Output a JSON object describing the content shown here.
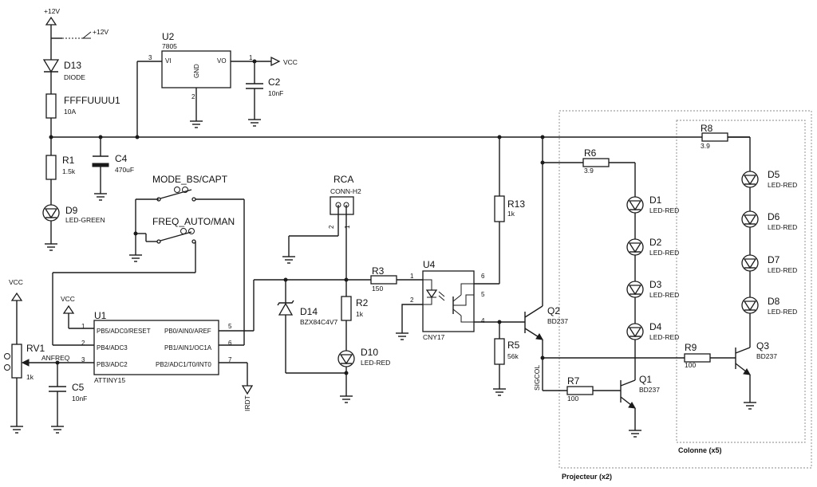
{
  "supplies": {
    "plus12_top": "+12V",
    "plus12_probe": "+12V",
    "vcc_out": "VCC",
    "vcc_u1": "VCC",
    "vcc_rv1": "VCC"
  },
  "components": {
    "D13": {
      "ref": "D13",
      "value": "DIODE"
    },
    "F1": {
      "ref": "FFFFUUUU1",
      "value": "10A"
    },
    "R1": {
      "ref": "R1",
      "value": "1.5k"
    },
    "D9": {
      "ref": "D9",
      "value": "LED-GREEN"
    },
    "C4": {
      "ref": "C4",
      "value": "470uF"
    },
    "U2": {
      "ref": "U2",
      "value": "7805",
      "pin_vi": "VI",
      "pin_vo": "VO",
      "pin_gnd": "GND",
      "pin_in": "3",
      "pin_out": "1",
      "pin_g": "2"
    },
    "C2": {
      "ref": "C2",
      "value": "10nF"
    },
    "SW1": {
      "ref": "MODE_BS/CAPT"
    },
    "SW2": {
      "ref": "FREQ_AUTO/MAN"
    },
    "RCA": {
      "ref": "RCA",
      "value": "CONN-H2",
      "pin1": "1",
      "pin2": "2"
    },
    "R13": {
      "ref": "R13",
      "value": "1k"
    },
    "U4": {
      "ref": "U4",
      "value": "CNY17",
      "p1": "1",
      "p2": "2",
      "p4": "4",
      "p5": "5",
      "p6": "6"
    },
    "R3": {
      "ref": "R3",
      "value": "150"
    },
    "D14": {
      "ref": "D14",
      "value": "BZX84C4V7"
    },
    "R2": {
      "ref": "R2",
      "value": "1k"
    },
    "D10": {
      "ref": "D10",
      "value": "LED-RED"
    },
    "U1": {
      "ref": "U1",
      "value": "ATTINY15",
      "pins_left": [
        "PB5/ADC0/RESET",
        "PB4/ADC3",
        "PB3/ADC2"
      ],
      "pins_right": [
        "PB0/AIN0/AREF",
        "PB1/AIN1/OC1A",
        "PB2/ADC1/T0/INT0"
      ],
      "nums_left": [
        "1",
        "2",
        "3"
      ],
      "nums_right": [
        "5",
        "6",
        "7"
      ]
    },
    "RV1": {
      "ref": "RV1",
      "value": "1k"
    },
    "C5": {
      "ref": "C5",
      "value": "10nF"
    },
    "R5": {
      "ref": "R5",
      "value": "56k"
    },
    "Q2": {
      "ref": "Q2",
      "value": "BD237"
    },
    "R6": {
      "ref": "R6",
      "value": "3.9"
    },
    "D1": {
      "ref": "D1",
      "value": "LED-RED"
    },
    "D2": {
      "ref": "D2",
      "value": "LED-RED"
    },
    "D3": {
      "ref": "D3",
      "value": "LED-RED"
    },
    "D4": {
      "ref": "D4",
      "value": "LED-RED"
    },
    "R7": {
      "ref": "R7",
      "value": "100"
    },
    "Q1": {
      "ref": "Q1",
      "value": "BD237"
    },
    "R8": {
      "ref": "R8",
      "value": "3.9"
    },
    "D5": {
      "ref": "D5",
      "value": "LED-RED"
    },
    "D6": {
      "ref": "D6",
      "value": "LED-RED"
    },
    "D7": {
      "ref": "D7",
      "value": "LED-RED"
    },
    "D8": {
      "ref": "D8",
      "value": "LED-RED"
    },
    "R9": {
      "ref": "R9",
      "value": "100"
    },
    "Q3": {
      "ref": "Q3",
      "value": "BD237"
    }
  },
  "nets": {
    "anfreq": "ANFREQ",
    "irdt": "IRDT",
    "sigcol": "SIGCOL"
  },
  "groups": {
    "colonne": "Colonne (x5)",
    "projecteur": "Projecteur (x2)"
  }
}
